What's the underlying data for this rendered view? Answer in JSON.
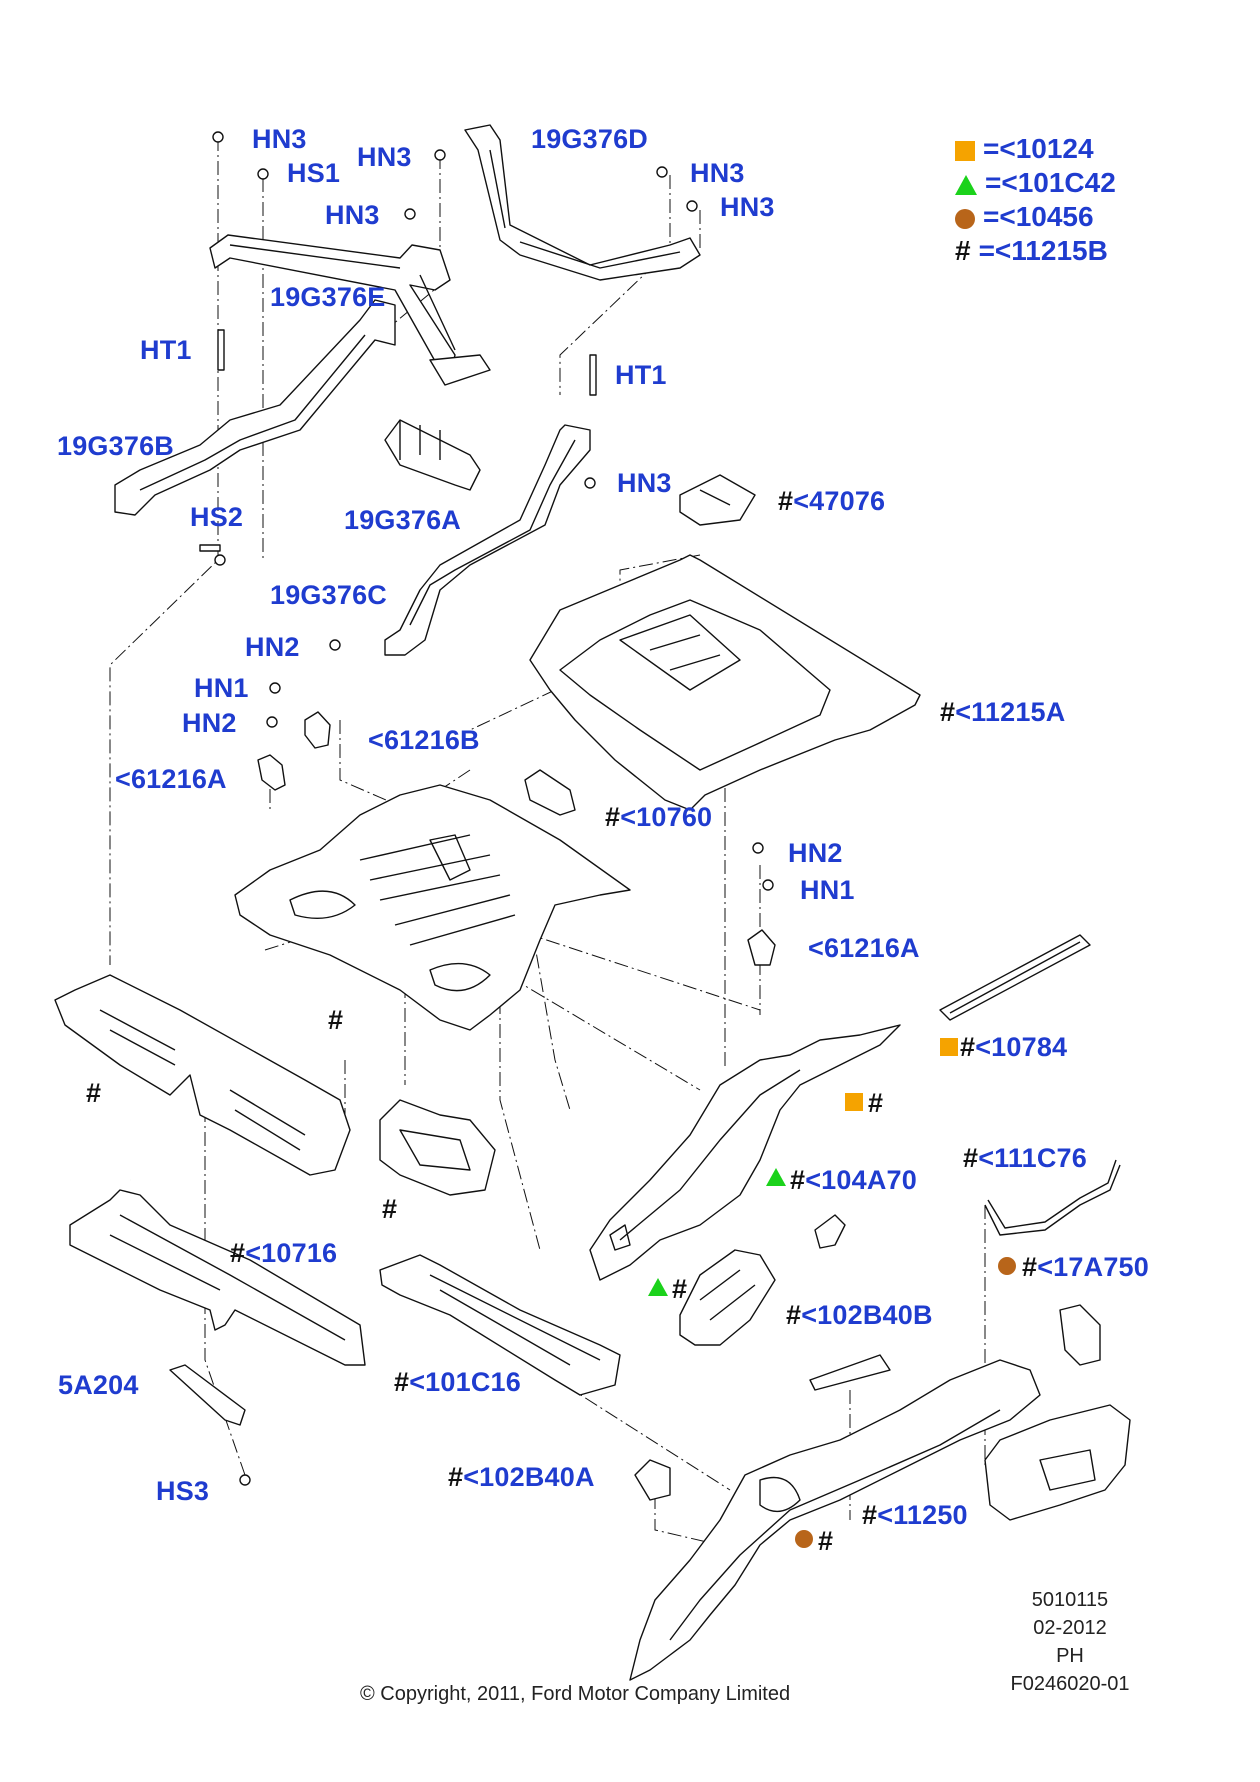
{
  "legend": [
    {
      "symbol": "square",
      "color": "#f5a300",
      "label": "=<10124"
    },
    {
      "symbol": "triangle",
      "color": "#1bd21b",
      "label": "=<101C42"
    },
    {
      "symbol": "circle",
      "color": "#b8651a",
      "label": "=<10456"
    },
    {
      "symbol": "#",
      "label": "=<11215B"
    }
  ],
  "callouts": {
    "hn3_a": "HN3",
    "hs1": "HS1",
    "hn3_b": "HN3",
    "p19g376d": "19G376D",
    "hn3_c": "HN3",
    "hn3_d": "HN3",
    "hn3_e": "HN3",
    "p19g376e": "19G376E",
    "ht1_a": "HT1",
    "ht1_b": "HT1",
    "p19g376b": "19G376B",
    "hs2": "HS2",
    "p19g376a": "19G376A",
    "hn3_f": "HN3",
    "p47076": "<47076",
    "p19g376c": "19G376C",
    "hn2_a": "HN2",
    "hn1_a": "HN1",
    "hn2_b": "HN2",
    "p61216b": "<61216B",
    "p61216a_a": "<61216A",
    "p11215a": "<11215A",
    "p10760": "<10760",
    "hn2_c": "HN2",
    "hn1_b": "HN1",
    "p61216a_b": "<61216A",
    "p10784": "<10784",
    "p104a70": "<104A70",
    "p111c76": "<111C76",
    "p10716": "<10716",
    "p17a750": "<17A750",
    "p102b40b": "<102B40B",
    "p101c16": "<101C16",
    "p5a204": "5A204",
    "hs3": "HS3",
    "p102b40a": "<102B40A",
    "p11250": "<11250",
    "hash": "#"
  },
  "footer": {
    "code1": "5010115",
    "date": "02-2012",
    "initials": "PH",
    "figure_id": "F0246020-01",
    "copyright": "© Copyright, 2011, Ford Motor Company Limited"
  },
  "colors": {
    "label": "#1f3ccf",
    "square": "#f5a300",
    "triangle": "#1bd21b",
    "circle": "#b8651a"
  }
}
